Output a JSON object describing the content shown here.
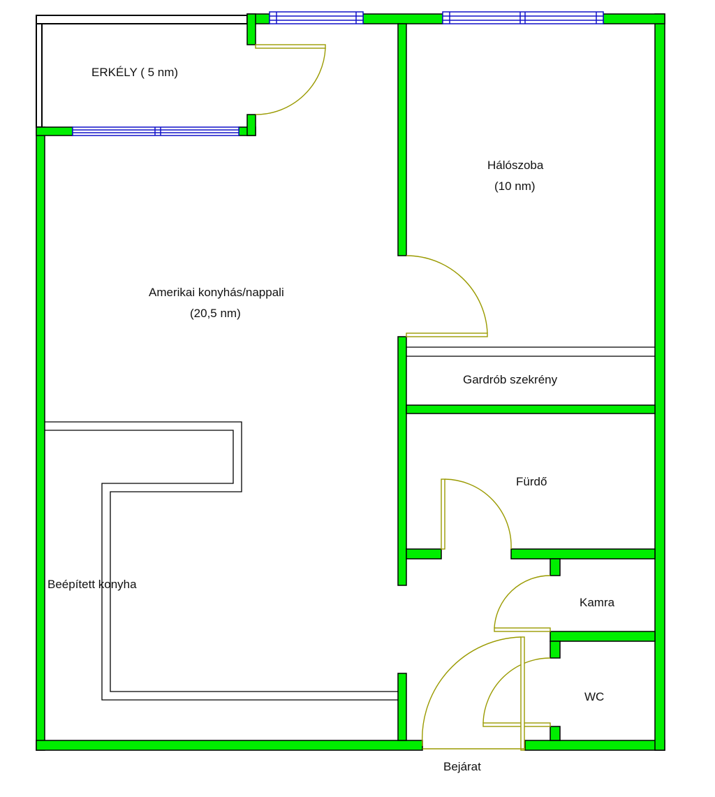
{
  "colors": {
    "wall": "#00ee00",
    "outline": "#000000",
    "window": "#1010c8",
    "door": "#9a9a00",
    "background": "#ffffff"
  },
  "rooms": {
    "balcony": {
      "name": "ERKÉLY ( 5 nm)"
    },
    "living": {
      "name": "Amerikai konyhás/nappali",
      "area": "(20,5 nm)"
    },
    "bedroom": {
      "name": "Hálószoba",
      "area": "(10 nm)"
    },
    "wardrobe": {
      "name": "Gardrób szekrény"
    },
    "bathroom": {
      "name": "Fürdő"
    },
    "pantry": {
      "name": "Kamra"
    },
    "toilet": {
      "name": "WC"
    },
    "kitchen": {
      "name": "Beépített konyha"
    },
    "entrance": {
      "name": "Bejárat"
    }
  }
}
